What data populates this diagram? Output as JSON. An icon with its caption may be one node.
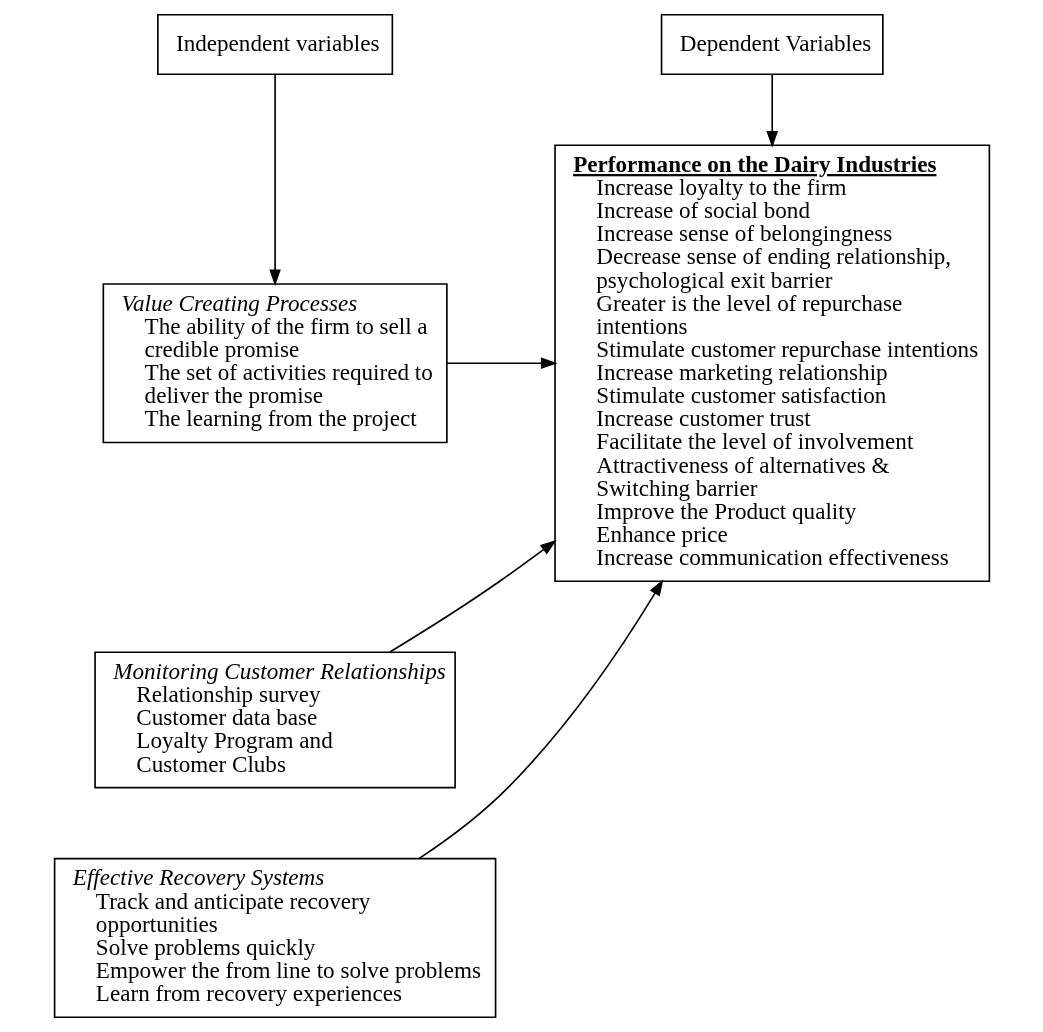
{
  "diagram": {
    "nodes": [
      {
        "text": [
          "Independent variables"
        ]
      },
      {
        "text": [
          "Dependent Variables"
        ]
      },
      {
        "text": [
          "Value Creating Processes",
          "The ability of the firm to sell a credible promise",
          "The set of activities required to deliver the promise",
          "The learning from the project"
        ]
      },
      {
        "text": [
          "Monitoring Customer Relationships",
          "Relationship survey",
          "Customer data base",
          "Loyalty Program and",
          "Customer Clubs"
        ]
      },
      {
        "text": [
          "Effective Recovery Systems",
          "Track and anticipate recovery opportunities",
          "Solve problems quickly",
          "Empower the from line to solve problems",
          "Learn from recovery experiences"
        ]
      },
      {
        "text": [
          "Performance on the Dairy Industries",
          "Increase loyalty to the firm",
          "Increase of social bond",
          "Increase sense of belongingness",
          "Decrease sense of ending relationship, psychological exit barrier",
          "Greater is the level of repurchase intentions",
          "Stimulate customer repurchase intentions",
          "Increase marketing relationship",
          "Stimulate customer satisfaction",
          "Increase customer trust",
          "Facilitate the level of involvement",
          "Attractiveness of alternatives & Switching barrier",
          "Improve the Product quality",
          "Enhance price",
          "Increase communication effectiveness"
        ]
      }
    ],
    "edges": [
      {
        "from": 0,
        "to": 2,
        "arrow": "to"
      },
      {
        "from": 1,
        "to": 5,
        "arrow": "to"
      },
      {
        "from": 2,
        "to": 5,
        "arrow": "to"
      },
      {
        "from": 3,
        "to": 5,
        "arrow": "to"
      },
      {
        "from": 4,
        "to": 5,
        "arrow": "to"
      }
    ]
  }
}
